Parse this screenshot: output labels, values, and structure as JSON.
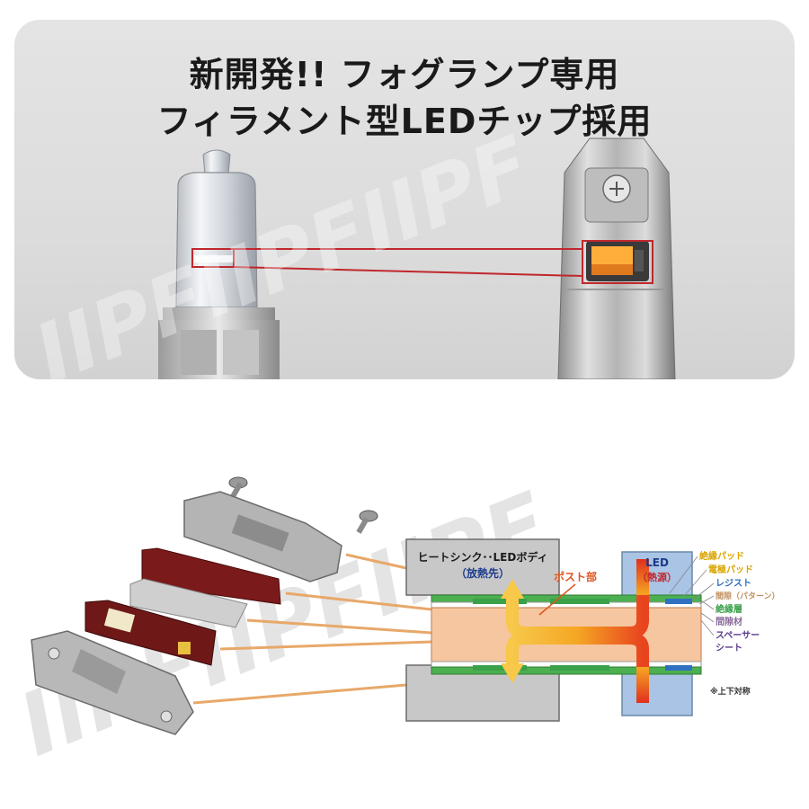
{
  "header": {
    "title_line1": "新開発!! フォグランプ専用",
    "title_line2": "フィラメント型LEDチップ採用"
  },
  "watermark": {
    "text": "IIPFIIPFIIPF"
  },
  "diagram": {
    "heatsink_label": "ヒートシンク･･LEDボディ",
    "heatsink_sublabel": "（放熱先）",
    "led_label": "LED",
    "led_sublabel": "（熱源）",
    "post_label": "ポスト部",
    "legend": [
      "絶縁パッド",
      "電極パッド",
      "レジスト",
      "間隙（パターン）",
      "絶縁層",
      "間隙材",
      "スペーサー",
      "シート"
    ],
    "note": "※上下対称"
  },
  "colors": {
    "accent_red": "#c0272d",
    "flow_orange": "#f5a623",
    "body_gray": "#c8c8c8",
    "led_blue": "#a9c4e4",
    "leader_orange": "#e8a86a"
  }
}
